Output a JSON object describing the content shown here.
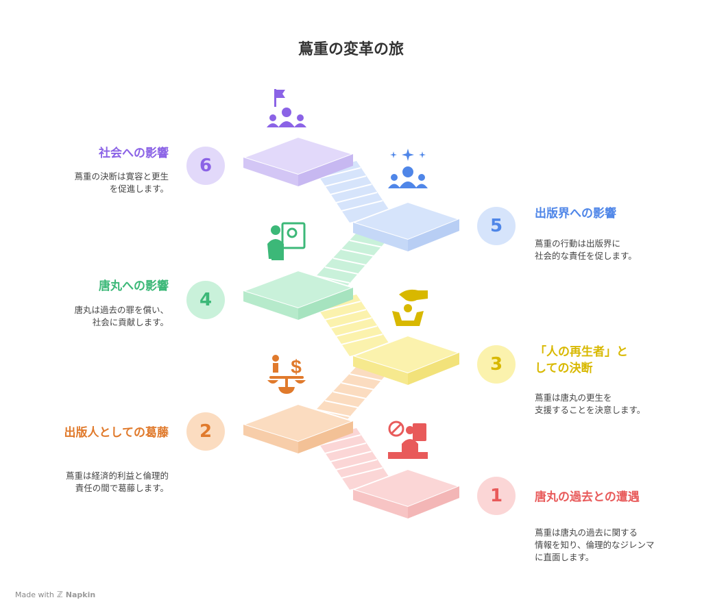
{
  "title": "蔦重の変革の旅",
  "steps": [
    {
      "number": "1",
      "title": "唐丸の過去との遭遇",
      "desc": "蔦重は唐丸の過去に関する\n情報を知り、倫理的なジレンマ\nに直面します。",
      "color": "#e85a5a",
      "light": "#fbd6d6",
      "icon": "prohibited-worker-icon"
    },
    {
      "number": "2",
      "title": "出版人としての葛藤",
      "desc": "蔦重は経済的利益と倫理的\n責任の間で葛藤します。",
      "color": "#e07a2c",
      "light": "#fbdcc0",
      "icon": "balance-scale-icon"
    },
    {
      "number": "3",
      "title": "「人の再生者」と\nしての決断",
      "desc": "蔦重は唐丸の更生を\n支援することを決意します。",
      "color": "#d8b800",
      "light": "#fbf2ad",
      "icon": "helping-hand-icon"
    },
    {
      "number": "4",
      "title": "唐丸への影響",
      "desc": "唐丸は過去の罪を償い、\n社会に貢献します。",
      "color": "#3cb878",
      "light": "#c9f1da",
      "icon": "painter-icon"
    },
    {
      "number": "5",
      "title": "出版界への影響",
      "desc": "蔦重の行動は出版界に\n社会的な責任を促します。",
      "color": "#4f86e8",
      "light": "#d6e4fb",
      "icon": "group-sparkle-icon"
    },
    {
      "number": "6",
      "title": "社会への影響",
      "desc": "蔦重の決断は寛容と更生\nを促進します。",
      "color": "#8b63e6",
      "light": "#e2d9fa",
      "icon": "flag-group-icon"
    }
  ],
  "footer": {
    "made_with": "Made with",
    "brand": "Napkin"
  }
}
